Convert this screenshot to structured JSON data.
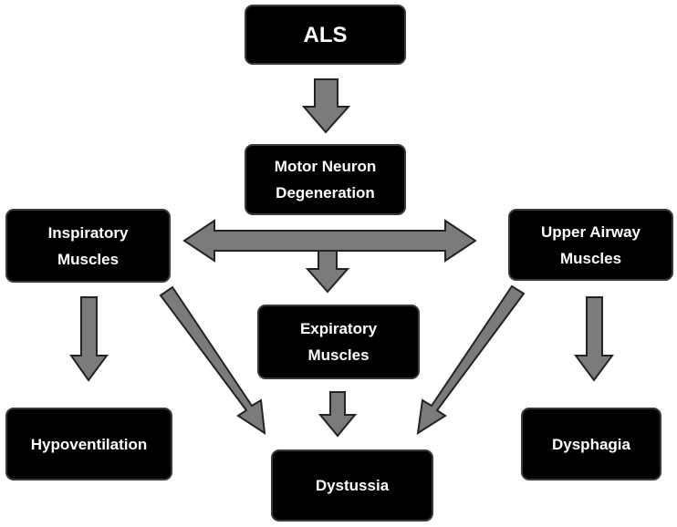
{
  "nodes": {
    "als": "ALS",
    "motor_neuron": "Motor Neuron\nDegeneration",
    "inspiratory": "Inspiratory\nMuscles",
    "upper_airway": "Upper Airway\nMuscles",
    "expiratory": "Expiratory\nMuscles",
    "hypoventilation": "Hypoventilation",
    "dystussia": "Dystussia",
    "dysphagia": "Dysphagia"
  },
  "colors": {
    "node_fill": "#000000",
    "node_text": "#ffffff",
    "arrow_fill": "#7b7b7b",
    "arrow_outline": "#232323"
  }
}
